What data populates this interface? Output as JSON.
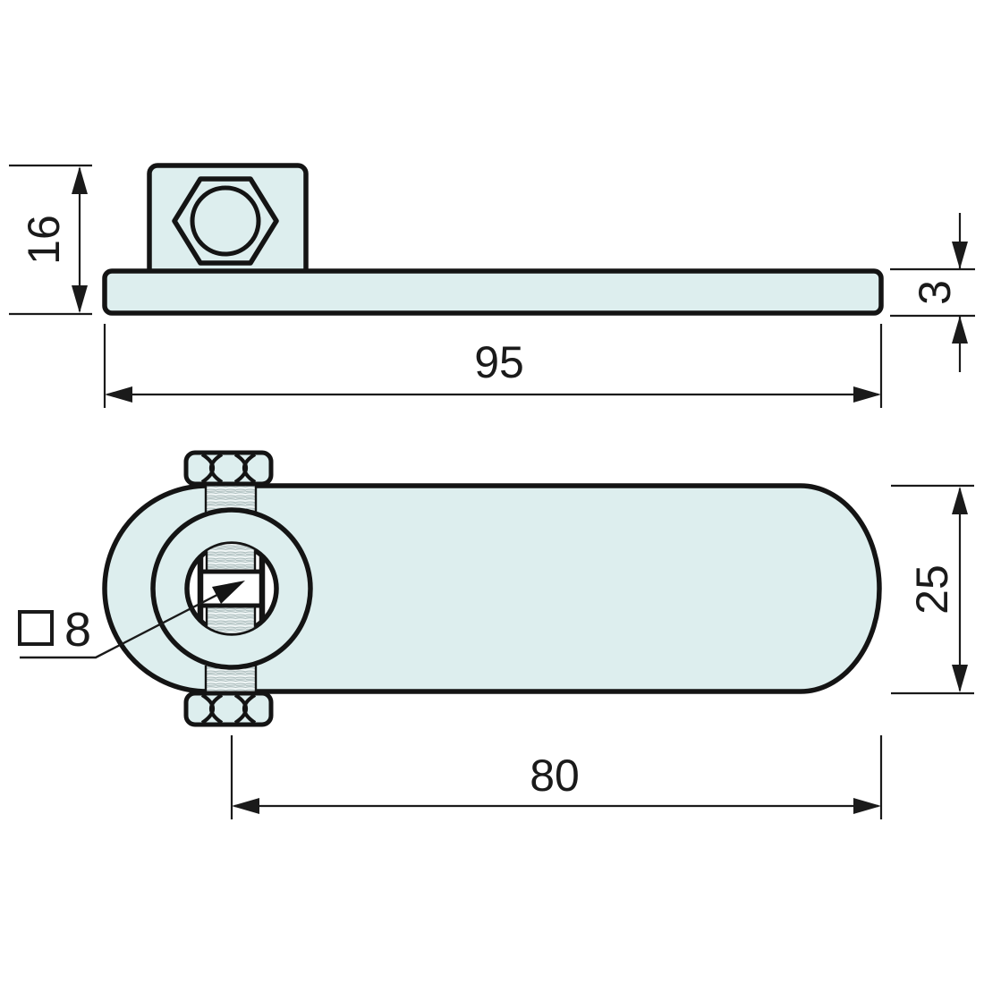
{
  "diagram": {
    "kind": "technical-drawing-two-views",
    "dimensions": {
      "boss_height": "16",
      "plate_thickness": "3",
      "overall_length": "95",
      "lever_width": "25",
      "length_to_center": "80",
      "square_hole_size": "8"
    },
    "symbols": {
      "square_section": "□"
    },
    "colors": {
      "body_fill": "#ddeeee",
      "outline": "#141414",
      "dim_line": "#1a1a1a",
      "thread_fill": "#f0f6f6",
      "thread_line": "#aebfbf",
      "hole_fill": "#ffffff"
    }
  }
}
